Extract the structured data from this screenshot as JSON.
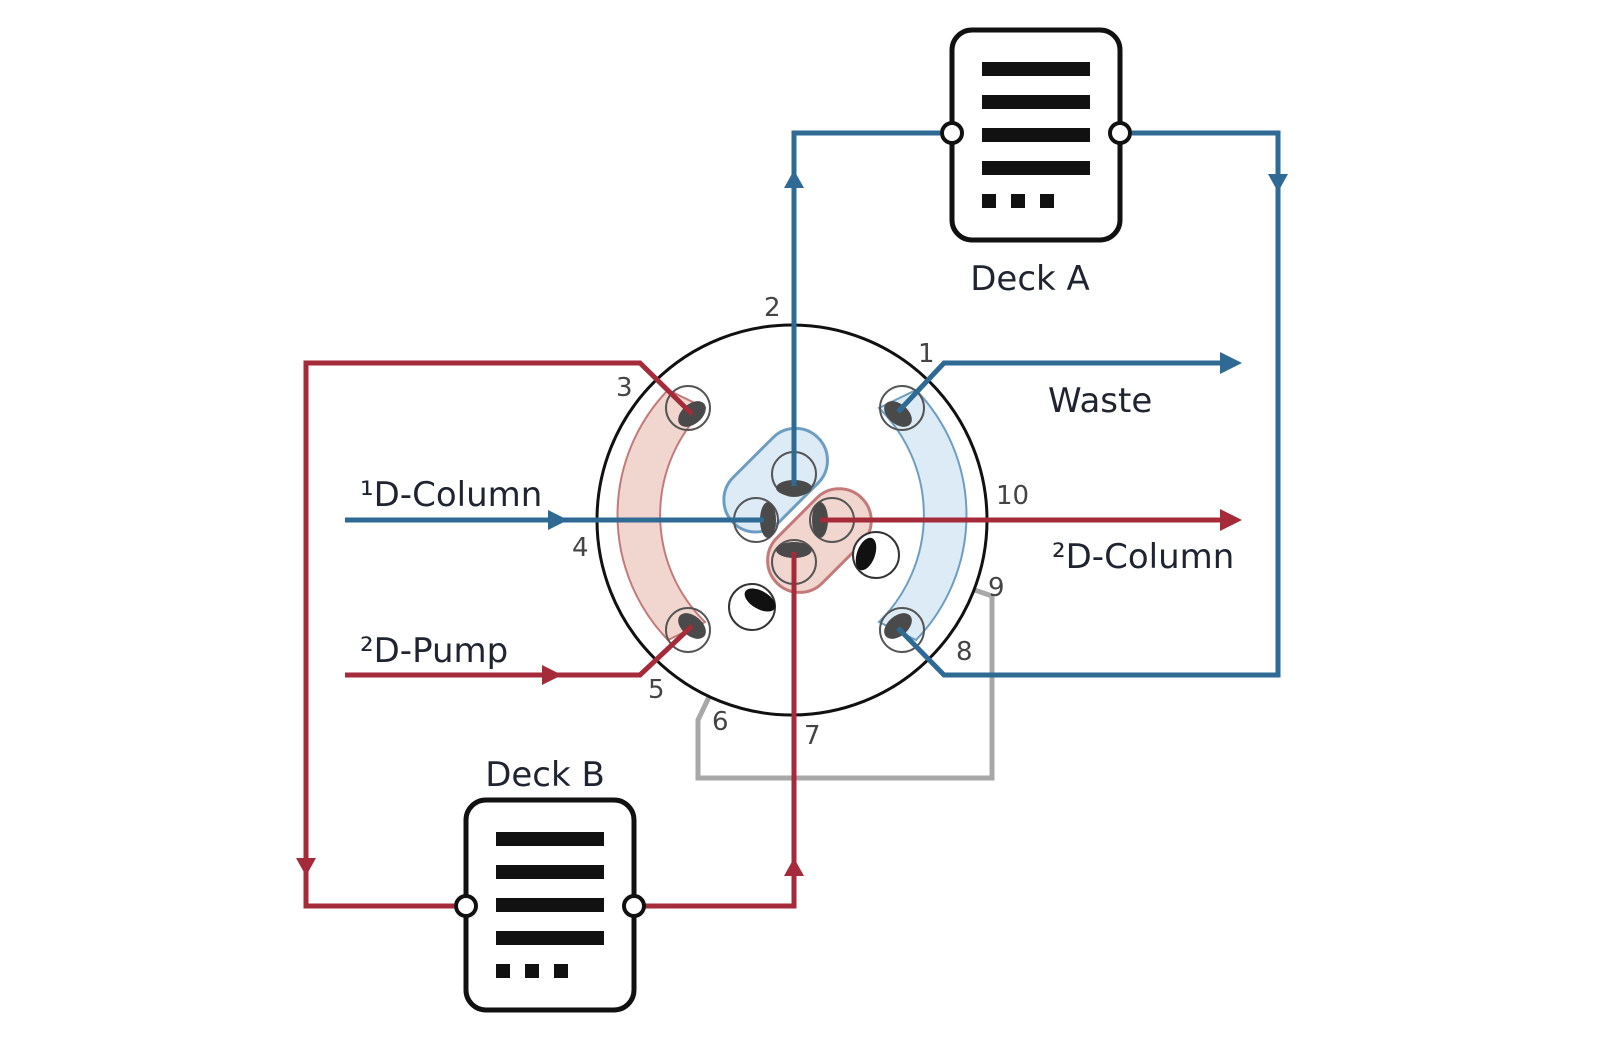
{
  "colors": {
    "blue_line": "#2e6a93",
    "red_line": "#a52a3a",
    "gray_line": "#a8a8a8",
    "blue_fill": "#dcebf6",
    "red_fill": "#f1d6cf",
    "port_dark": "#4a4a4a",
    "outline": "#111111"
  },
  "labels": {
    "deck_a": "Deck A",
    "deck_b": "Deck B",
    "waste": "Waste",
    "column_1d": "¹D-Column",
    "column_2d": "²D-Column",
    "pump_2d": "²D-Pump"
  },
  "ports": [
    "1",
    "2",
    "3",
    "4",
    "5",
    "6",
    "7",
    "8",
    "9",
    "10"
  ],
  "connections": [
    {
      "from": "1D-Column",
      "to": "port 4",
      "color": "blue"
    },
    {
      "from": "port 2",
      "to": "Deck A (in)",
      "color": "blue"
    },
    {
      "from": "Deck A (out)",
      "to": "port 8",
      "color": "blue"
    },
    {
      "from": "port 1",
      "to": "Waste",
      "color": "blue"
    },
    {
      "from": "2D-Pump",
      "to": "port 5",
      "color": "red"
    },
    {
      "from": "port 3",
      "to": "Deck B (in)",
      "color": "red"
    },
    {
      "from": "Deck B (out)",
      "to": "port 7",
      "color": "red"
    },
    {
      "from": "port 10",
      "to": "2D-Column",
      "color": "red"
    },
    {
      "from": "port 6",
      "to": "port 9",
      "color": "gray"
    }
  ]
}
